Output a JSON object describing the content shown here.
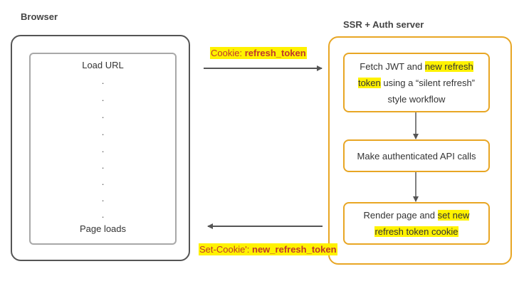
{
  "browser": {
    "heading": "Browser",
    "load_url": "Load URL",
    "dots": [
      ".",
      ".",
      ".",
      ".",
      ".",
      ".",
      ".",
      ".",
      "."
    ],
    "page_loads": "Page loads"
  },
  "server": {
    "heading": "SSR + Auth server",
    "step1": {
      "part1": "Fetch JWT and ",
      "highlight1": "new refresh token",
      "part2": " using a “silent refresh” style workflow"
    },
    "step2": {
      "text": "Make authenticated API calls"
    },
    "step3": {
      "part1": "Render page and ",
      "highlight1": "set new refresh token cookie"
    }
  },
  "request_label": {
    "prefix": "Cookie: ",
    "value": "refresh_token"
  },
  "response_label": {
    "prefix": "Set-Cookie': ",
    "value": "new_refresh_token"
  },
  "colors": {
    "browser_border": "#555555",
    "inner_border": "#a8a8a8",
    "server_border": "#e8a624",
    "highlight": "#fff200",
    "label_text": "#c0392b",
    "arrow": "#555555"
  }
}
